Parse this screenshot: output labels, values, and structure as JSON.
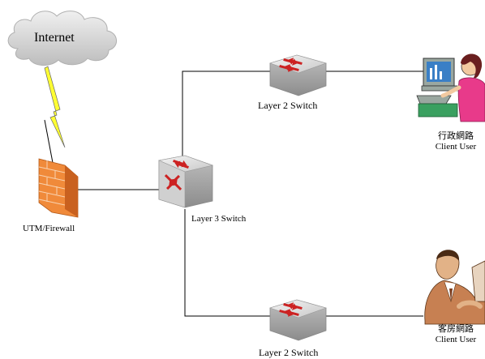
{
  "nodes": {
    "internet": "Internet",
    "firewall": "UTM/Firewall",
    "layer3": "Layer 3 Switch",
    "layer2_top": "Layer 2 Switch",
    "layer2_bottom": "Layer 2 Switch"
  },
  "clients": {
    "top": {
      "dept": "行政網路",
      "role": "Client User"
    },
    "bottom": {
      "dept": "客房網路",
      "role": "Client User"
    }
  },
  "colors": {
    "cloud": "#d4d4d4",
    "lightning": "#ffff33",
    "firewall": "#f08a3a",
    "switch": "#d9d9d9",
    "arrow": "#cc2222",
    "monitor": "#3a7fc6",
    "link": "#000000"
  },
  "icons": [
    "cloud-icon",
    "lightning-icon",
    "firewall-icon",
    "switch-icon",
    "computer-user-icon",
    "office-worker-icon"
  ]
}
